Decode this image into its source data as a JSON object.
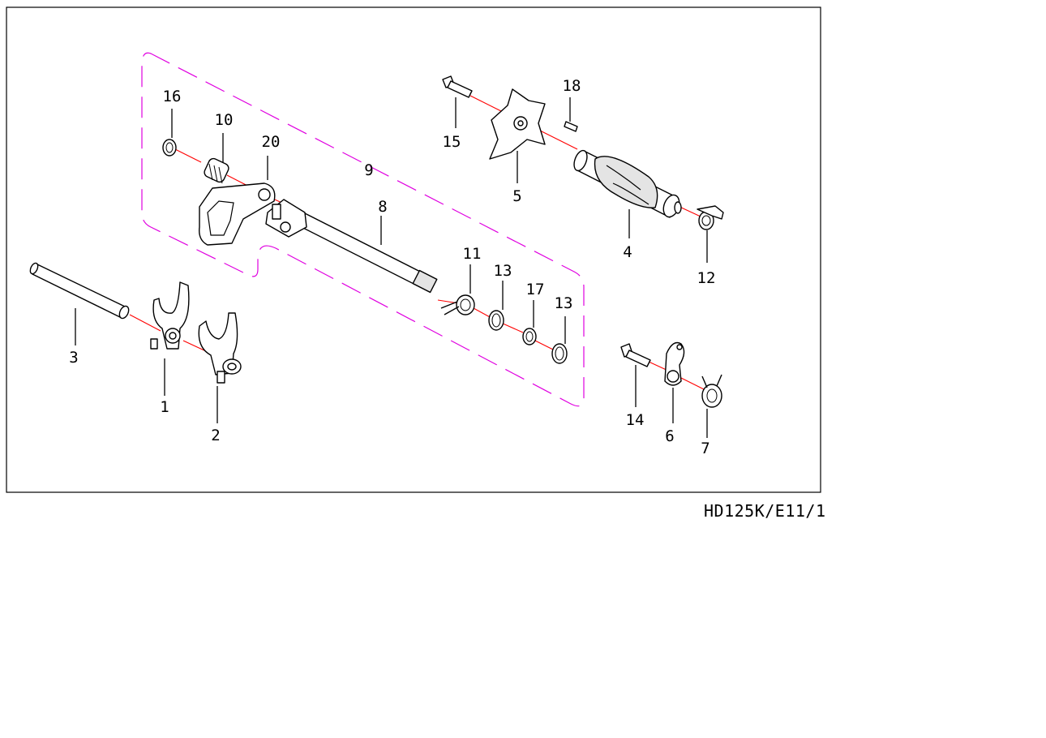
{
  "diagram": {
    "reference_code": "HD125K/E11/1",
    "callouts": [
      {
        "id": "c1",
        "label": "1"
      },
      {
        "id": "c2",
        "label": "2"
      },
      {
        "id": "c3",
        "label": "3"
      },
      {
        "id": "c4",
        "label": "4"
      },
      {
        "id": "c5",
        "label": "5"
      },
      {
        "id": "c6",
        "label": "6"
      },
      {
        "id": "c7",
        "label": "7"
      },
      {
        "id": "c8",
        "label": "8"
      },
      {
        "id": "c9",
        "label": "9"
      },
      {
        "id": "c10",
        "label": "10"
      },
      {
        "id": "c11",
        "label": "11"
      },
      {
        "id": "c12",
        "label": "12"
      },
      {
        "id": "c13a",
        "label": "13"
      },
      {
        "id": "c13b",
        "label": "13"
      },
      {
        "id": "c14",
        "label": "14"
      },
      {
        "id": "c15",
        "label": "15"
      },
      {
        "id": "c16",
        "label": "16"
      },
      {
        "id": "c17",
        "label": "17"
      },
      {
        "id": "c18",
        "label": "18"
      },
      {
        "id": "c20",
        "label": "20"
      }
    ],
    "colors": {
      "frame": "#000000",
      "group_outline": "#e000e0",
      "assembly_axis": "#ff0000"
    }
  }
}
